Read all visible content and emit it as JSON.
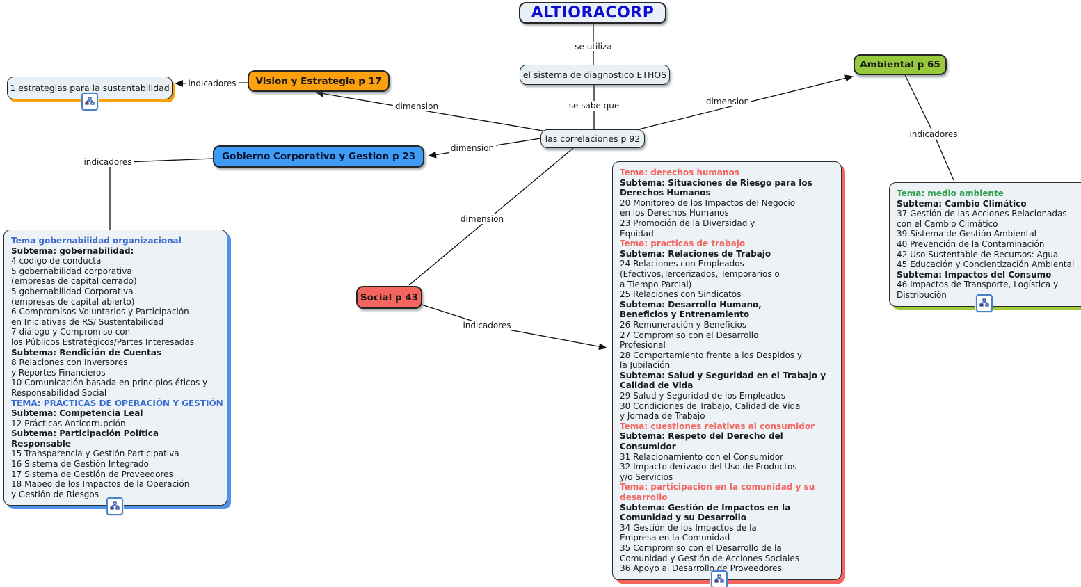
{
  "nodes": {
    "root": "ALTIORACORP",
    "ethos": "el sistema de diagnostico ETHOS",
    "correlaciones": "las correlaciones p 92",
    "vision": "Vision y Estrategia p 17",
    "gobierno": "Gobierno Corporativo y Gestion p 23",
    "social": "Social p 43",
    "ambiental": "Ambiental p 65",
    "estrategias": "1 estrategias para la sustentabilidad"
  },
  "edge_labels": {
    "se_utiliza": "se utiliza",
    "se_sabe_que": "se sabe que",
    "dimension": "dimension",
    "indicadores": "indicadores"
  },
  "colors": {
    "title_text": "#0D0DD0",
    "vision_fill": "#FCA10D",
    "gobierno_fill": "#3F9BF5",
    "social_fill": "#F4655F",
    "ambiental_fill": "#97C93C",
    "detail_bg": "#ECF2F6",
    "shadow_blue": "#4D94E8",
    "shadow_red": "#F4665F",
    "shadow_green": "#9FCB3A",
    "tema_blue": "#3A6BD0",
    "tema_red": "#F4665F",
    "tema_green": "#2E9E4D"
  },
  "detail_boxes": {
    "gobernabilidad": {
      "lines": [
        {
          "s": "tb",
          "t": "Tema gobernabilidad organizacional"
        },
        {
          "s": "sb",
          "t": "Subtema: gobernabilidad:"
        },
        {
          "s": "it",
          "t": "4 codigo de conducta"
        },
        {
          "s": "it",
          "t": "5 gobernabilidad corporativa"
        },
        {
          "s": "it",
          "t": "(empresas de capital cerrado)"
        },
        {
          "s": "it",
          "t": "5 gobernabilidad Corporativa"
        },
        {
          "s": "it",
          "t": "(empresas de capital abierto)"
        },
        {
          "s": "it",
          "t": "6 Compromisos Voluntarios y Participación"
        },
        {
          "s": "it",
          "t": "en Iniciativas de RS/ Sustentabilidad"
        },
        {
          "s": "it",
          "t": "7 diálogo y Compromiso con"
        },
        {
          "s": "it",
          "t": "los Públicos Estratégicos/Partes Interesadas"
        },
        {
          "s": "sb",
          "t": "Subtema: Rendición de Cuentas"
        },
        {
          "s": "it",
          "t": "8 Relaciones con Inversores"
        },
        {
          "s": "it",
          "t": "y Reportes Financieros"
        },
        {
          "s": "it",
          "t": "10 Comunicación basada en principios éticos y"
        },
        {
          "s": "it",
          "t": "Responsabilidad Social"
        },
        {
          "s": "tb",
          "t": "TEMA: PRÁCTICAS DE OPERACIÓN Y GESTIÓN"
        },
        {
          "s": "sb",
          "t": "Subtema: Competencia Leal"
        },
        {
          "s": "it",
          "t": "12 Prácticas Anticorrupción"
        },
        {
          "s": "sb",
          "t": "Subtema: Participación Política"
        },
        {
          "s": "sb",
          "t": "Responsable"
        },
        {
          "s": "it",
          "t": "15 Transparencia y Gestión Participativa"
        },
        {
          "s": "it",
          "t": "16 Sistema de Gestión Integrado"
        },
        {
          "s": "it",
          "t": "17 Sistema de Gestión de Proveedores"
        },
        {
          "s": "it",
          "t": "18 Mapeo de los Impactos de la Operación"
        },
        {
          "s": "it",
          "t": "y Gestión de Riesgos"
        }
      ]
    },
    "social": {
      "lines": [
        {
          "s": "tr",
          "t": "Tema: derechos humanos"
        },
        {
          "s": "sb",
          "t": "Subtema: Situaciones de Riesgo para los"
        },
        {
          "s": "sb",
          "t": "Derechos Humanos"
        },
        {
          "s": "it",
          "t": "20 Monitoreo de los Impactos del Negocio"
        },
        {
          "s": "it",
          "t": "en los Derechos Humanos"
        },
        {
          "s": "it",
          "t": "23 Promoción de la Diversidad y"
        },
        {
          "s": "it",
          "t": "Equidad"
        },
        {
          "s": "tr",
          "t": "Tema: practicas de trabajo"
        },
        {
          "s": "sb",
          "t": "Subtema: Relaciones de Trabajo"
        },
        {
          "s": "it",
          "t": "24 Relaciones con Empleados"
        },
        {
          "s": "it",
          "t": "(Efectivos,Tercerizados, Temporarios o"
        },
        {
          "s": "it",
          "t": "a Tiempo Parcial)"
        },
        {
          "s": "it",
          "t": "25 Relaciones con Sindicatos"
        },
        {
          "s": "sb",
          "t": "Subtema: Desarrollo Humano,"
        },
        {
          "s": "sb",
          "t": "Beneficios y Entrenamiento"
        },
        {
          "s": "it",
          "t": "26 Remuneración y Beneficios"
        },
        {
          "s": "it",
          "t": "27 Compromiso con el Desarrollo"
        },
        {
          "s": "it",
          "t": "Profesional"
        },
        {
          "s": "it",
          "t": "28 Comportamiento frente a los Despidos y"
        },
        {
          "s": "it",
          "t": "la Jubilación"
        },
        {
          "s": "sb",
          "t": "Subtema: Salud y Seguridad en el Trabajo y"
        },
        {
          "s": "sb",
          "t": "Calidad de Vida"
        },
        {
          "s": "it",
          "t": "29 Salud y Seguridad de los Empleados"
        },
        {
          "s": "it",
          "t": "30 Condiciones de Trabajo, Calidad de Vida"
        },
        {
          "s": "it",
          "t": "y Jornada de Trabajo"
        },
        {
          "s": "tr",
          "t": "Tema: cuestiones relativas al consumidor"
        },
        {
          "s": "sb",
          "t": "Subtema: Respeto del Derecho del"
        },
        {
          "s": "sb",
          "t": "Consumidor"
        },
        {
          "s": "it",
          "t": "31 Relacionamiento con el Consumidor"
        },
        {
          "s": "it",
          "t": "32 Impacto derivado del Uso de Productos"
        },
        {
          "s": "it",
          "t": "y/o Servicios"
        },
        {
          "s": "tr",
          "t": "Tema: participacion en la comunidad y su"
        },
        {
          "s": "tr",
          "t": "desarrollo"
        },
        {
          "s": "sb",
          "t": "Subtema: Gestión de Impactos en la"
        },
        {
          "s": "sb",
          "t": "Comunidad y su Desarrollo"
        },
        {
          "s": "it",
          "t": "34 Gestión de los Impactos de la"
        },
        {
          "s": "it",
          "t": "Empresa en la Comunidad"
        },
        {
          "s": "it",
          "t": "35 Compromiso con el Desarrollo de la"
        },
        {
          "s": "it",
          "t": "Comunidad y Gestión de Acciones Sociales"
        },
        {
          "s": "it",
          "t": "36 Apoyo al Desarrollo de Proveedores"
        }
      ]
    },
    "ambiental": {
      "lines": [
        {
          "s": "tg",
          "t": "Tema: medio ambiente"
        },
        {
          "s": "sb",
          "t": "Subtema: Cambio Climático"
        },
        {
          "s": "it",
          "t": "37 Gestión de las Acciones Relacionadas"
        },
        {
          "s": "it",
          "t": "con el Cambio Climático"
        },
        {
          "s": "it",
          "t": "39 Sistema de Gestión Ambiental"
        },
        {
          "s": "it",
          "t": "40 Prevención de la Contaminación"
        },
        {
          "s": "it",
          "t": "42 Uso Sustentable de Recursos: Agua"
        },
        {
          "s": "it",
          "t": "45 Educación y Concientización Ambiental"
        },
        {
          "s": "sb",
          "t": "Subtema: Impactos del Consumo"
        },
        {
          "s": "it",
          "t": "46 Impactos de Transporte, Logística y"
        },
        {
          "s": "it",
          "t": "Distribución"
        }
      ]
    }
  }
}
